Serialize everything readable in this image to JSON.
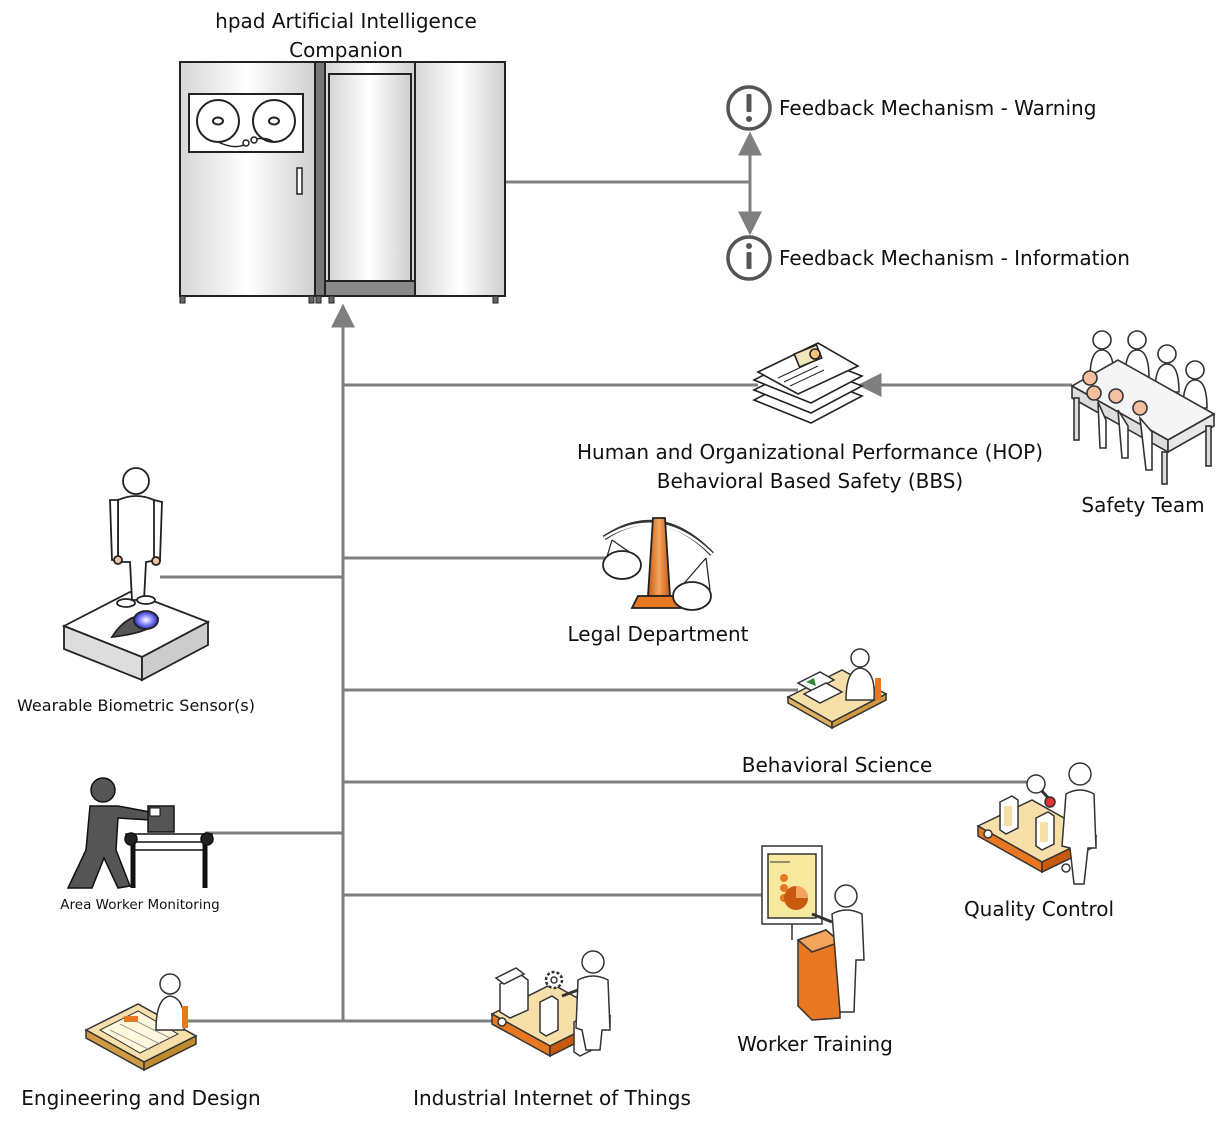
{
  "diagram": {
    "hub": {
      "title_line1": "hpad Artificial Intelligence",
      "title_line2": "Companion",
      "icon": "server-cabinet-icon"
    },
    "feedback": {
      "warning": {
        "label": "Feedback Mechanism - Warning",
        "icon": "exclamation-circle-icon"
      },
      "information": {
        "label": "Feedback Mechanism - Information",
        "icon": "info-circle-icon"
      }
    },
    "nodes": {
      "hop": {
        "line1": "Human and Organizational Performance (HOP)",
        "line2": "Behavioral Based Safety (BBS)",
        "icon": "documents-stack-icon"
      },
      "safety_team": {
        "label": "Safety Team",
        "icon": "meeting-table-icon"
      },
      "legal": {
        "label": "Legal Department",
        "icon": "scales-of-justice-icon"
      },
      "behavioral_science": {
        "label": "Behavioral Science",
        "icon": "person-at-desk-icon"
      },
      "biometric": {
        "label": "Wearable Biometric Sensor(s)",
        "icon": "person-on-sensor-pad-icon"
      },
      "area_monitoring": {
        "label": "Area Worker Monitoring",
        "icon": "worker-at-machine-icon"
      },
      "quality_control": {
        "label": "Quality Control",
        "icon": "inspector-conveyor-icon"
      },
      "worker_training": {
        "label": "Worker Training",
        "icon": "presenter-podium-icon"
      },
      "engineering": {
        "label": "Engineering and Design",
        "icon": "drafting-table-icon"
      },
      "iiot": {
        "label": "Industrial Internet of Things",
        "icon": "robotic-conveyor-icon"
      }
    },
    "colors": {
      "line": "#7f7f7f",
      "figure_fill": "#ffffff",
      "accent_orange": "#e87722",
      "accent_tan": "#f6dfa8",
      "dark_figure": "#555555"
    }
  }
}
